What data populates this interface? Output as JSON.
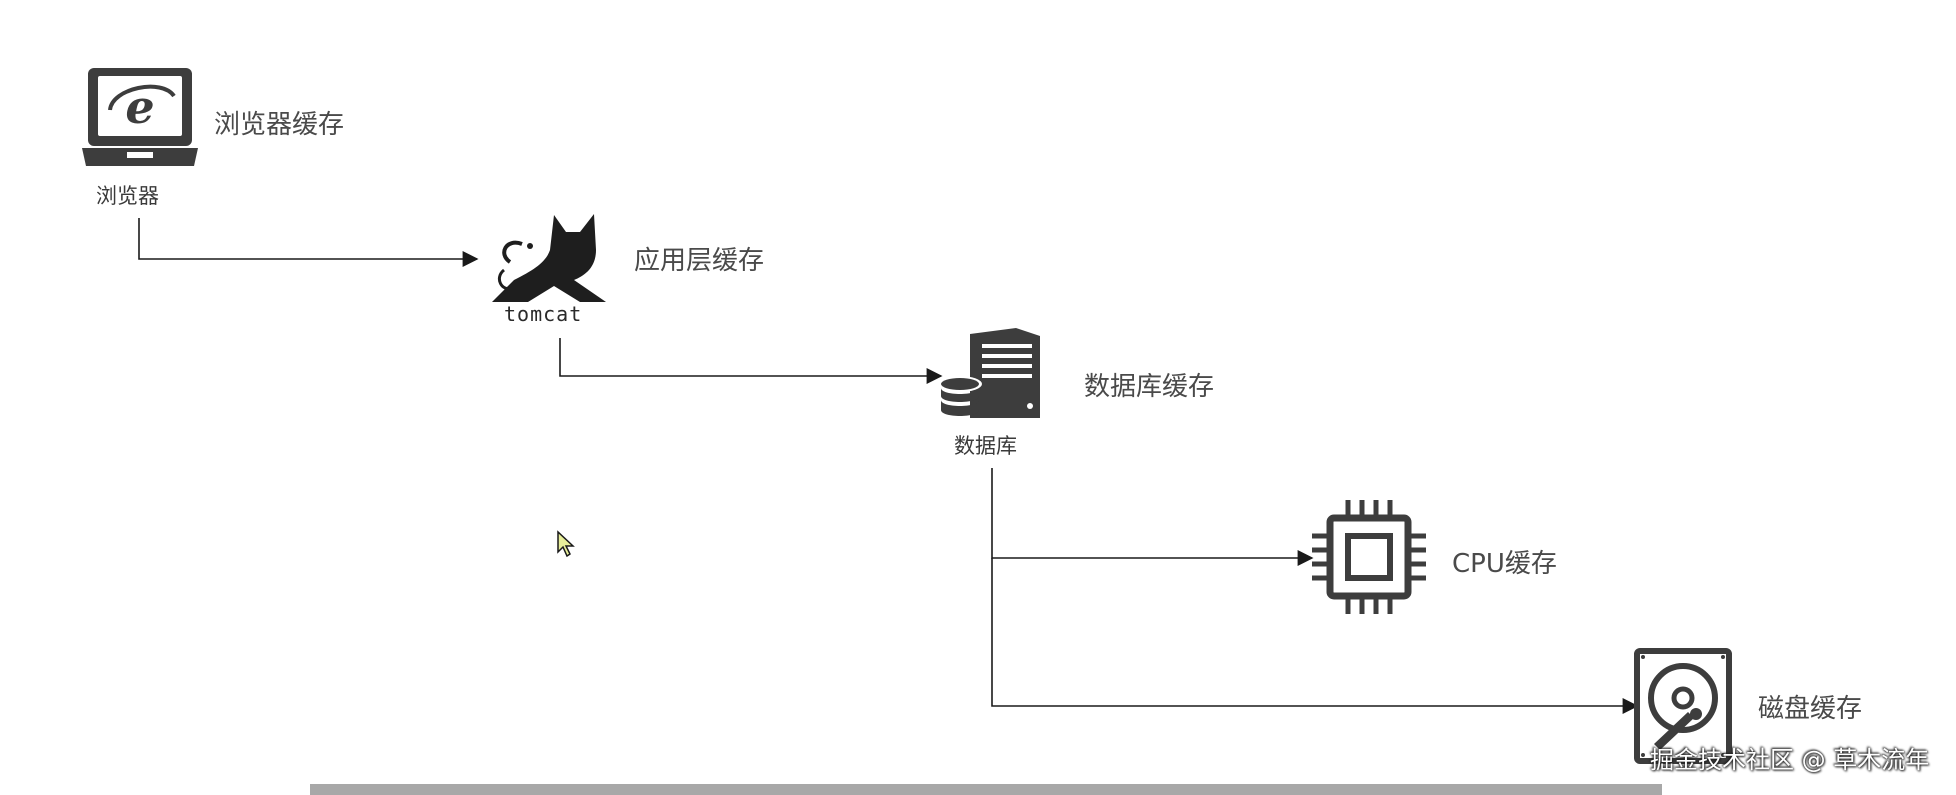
{
  "nodes": {
    "browser": {
      "caption": "浏览器",
      "cache_label": "浏览器缓存"
    },
    "tomcat": {
      "caption": "tomcat",
      "cache_label": "应用层缓存"
    },
    "database": {
      "caption": "数据库",
      "cache_label": "数据库缓存"
    },
    "cpu": {
      "cache_label": "CPU缓存"
    },
    "disk": {
      "cache_label": "磁盘缓存"
    }
  },
  "icons": [
    "browser-laptop-icon",
    "tomcat-cat-icon",
    "database-server-icon",
    "cpu-chip-icon",
    "hard-disk-icon"
  ],
  "watermark": "掘金技术社区 @ 草木流年",
  "colors": {
    "icon": "#3d3d3d",
    "line": "#1a1a1a",
    "text": "#4a4a4a"
  }
}
